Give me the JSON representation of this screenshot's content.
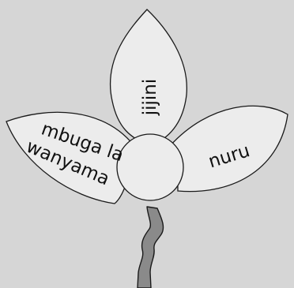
{
  "petals": {
    "top": {
      "text": "jijini"
    },
    "left": {
      "line1": "mbuga la",
      "line2": "wanyama"
    },
    "right": {
      "text": "nuru"
    }
  },
  "colors": {
    "background": "#d6d6d6",
    "petal_fill": "#ececec",
    "outline": "#1a1a1a",
    "stem_fill": "#8a8a8a",
    "text": "#111111"
  }
}
